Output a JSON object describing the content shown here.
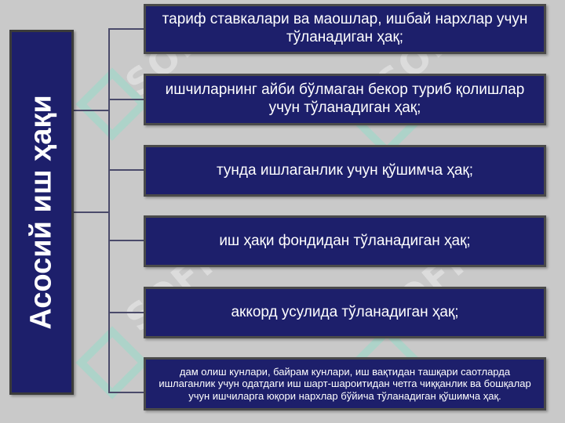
{
  "title": "Асосий иш ҳақи",
  "items": [
    "тариф ставкалари ва маошлар, ишбай нархлар учун тўланадиган ҳақ;",
    "ишчиларнинг айби бўлмаган  бекор туриб қолишлар учун тўланадиган ҳақ;",
    "тунда ишлаганлик учун қўшимча ҳақ;",
    "иш ҳақи фондидан тўланадиган ҳақ;",
    "аккорд усулида тўланадиган ҳақ;",
    "дам олиш кунлари, байрам кунлари, иш вақтидан ташқари саотларда ишлаганлик учун одатдаги иш шарт-шароитидан четга чиққанлик ва бошқалар учун ишчиларга юқори нархлар бўйича тўланадиган қўшимча ҳақ."
  ],
  "watermark_text": "SOFF",
  "colors": {
    "box": "#1d1f6b",
    "background": "#c9c9c9",
    "text": "#ffffff"
  }
}
